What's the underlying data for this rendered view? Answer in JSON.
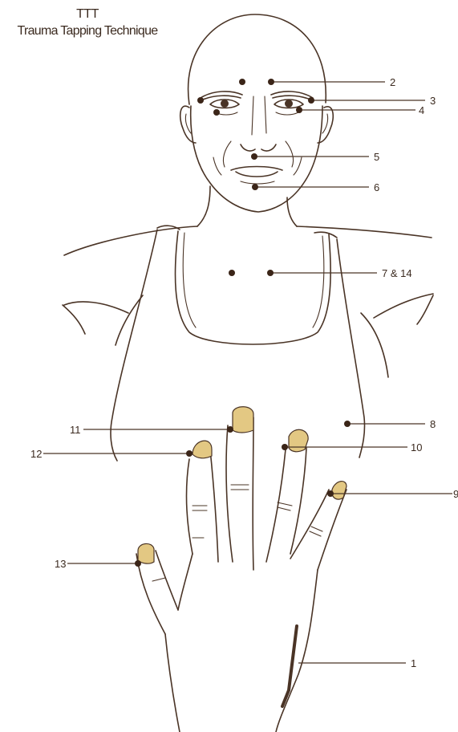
{
  "title": {
    "line1": "TTT",
    "line2": "Trauma Tapping Technique"
  },
  "points": [
    {
      "id": "p1",
      "label": "1"
    },
    {
      "id": "p2",
      "label": "2"
    },
    {
      "id": "p3",
      "label": "3"
    },
    {
      "id": "p4",
      "label": "4"
    },
    {
      "id": "p5",
      "label": "5"
    },
    {
      "id": "p6",
      "label": "6"
    },
    {
      "id": "p7",
      "label": "7 & 14"
    },
    {
      "id": "p8",
      "label": "8"
    },
    {
      "id": "p9",
      "label": "9"
    },
    {
      "id": "p10",
      "label": "10"
    },
    {
      "id": "p11",
      "label": "11"
    },
    {
      "id": "p12",
      "label": "12"
    },
    {
      "id": "p13",
      "label": "13"
    }
  ],
  "colors": {
    "ink": "#4a3426",
    "dot": "#3b2518",
    "nail": "#e3c883"
  }
}
